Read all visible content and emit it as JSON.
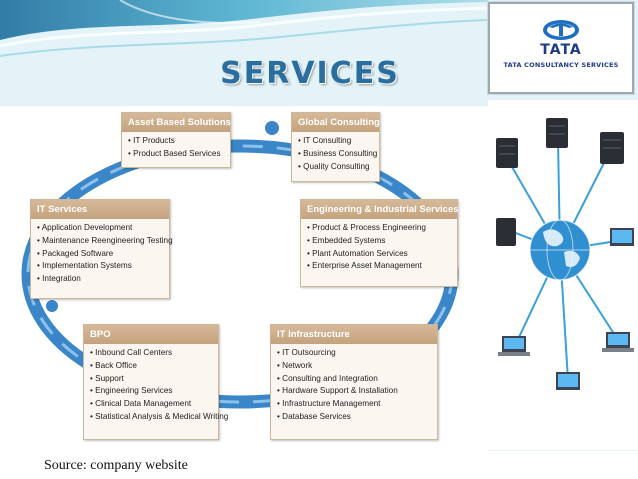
{
  "header": {
    "title": "SERVICES"
  },
  "logo": {
    "word": "TATA",
    "subtitle": "TATA CONSULTANCY SERVICES"
  },
  "diagram": {
    "boxes": [
      {
        "key": "asset",
        "title": "Asset Based Solutions",
        "items": [
          "IT Products",
          "Product Based Services"
        ]
      },
      {
        "key": "global",
        "title": "Global Consulting",
        "items": [
          "IT Consulting",
          "Business Consulting",
          "Quality Consulting"
        ]
      },
      {
        "key": "itservices",
        "title": "IT Services",
        "items": [
          "Application Development",
          "Maintenance Reengineering Testing",
          "Packaged Software",
          "Implementation Systems",
          "Integration"
        ]
      },
      {
        "key": "engineering",
        "title": "Engineering & Industrial Services",
        "items": [
          "Product & Process Engineering",
          "Embedded Systems",
          "Plant Automation Services",
          "Enterprise Asset Management"
        ]
      },
      {
        "key": "bpo",
        "title": "BPO",
        "items": [
          "Inbound Call Centers",
          "Back Office",
          "Support",
          "Engineering Services",
          "Clinical Data Management",
          "Statistical Analysis & Medical Writing"
        ]
      },
      {
        "key": "infra",
        "title": "IT Infrastructure",
        "items": [
          "IT Outsourcing",
          "Network",
          "Consulting and Integration",
          "Hardware Support & Installation",
          "Infrastructure Management",
          "Database Services"
        ]
      }
    ]
  },
  "footer": {
    "source": "Source: company website"
  },
  "colors": {
    "ring": "#3a86c8",
    "box_header": "#c9a883",
    "title": "#2a6ea0",
    "logo": "#1f3a8a"
  }
}
